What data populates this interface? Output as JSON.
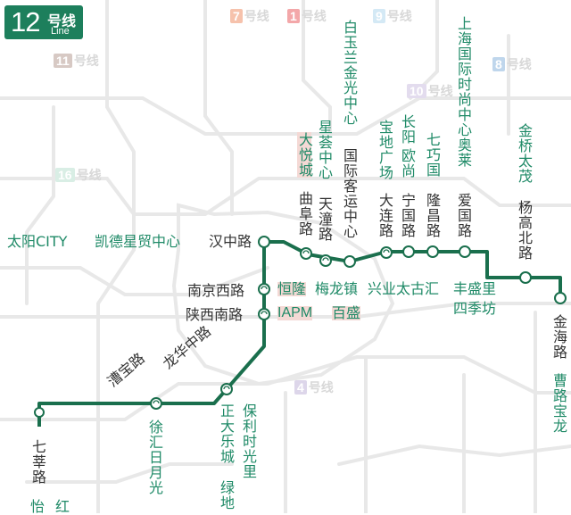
{
  "line_badge": {
    "number": "12",
    "name_cn": "号线",
    "name_en": "Line"
  },
  "colors": {
    "line": "#1a6f4d",
    "mall_text": "#1f8a67",
    "highlight": "#f4d9d5",
    "ghost_line": "#e6e6e6",
    "badge": "#1d7f5c"
  },
  "other_lines": [
    {
      "num": "7",
      "label": "号线",
      "color": "#f6c2ac"
    },
    {
      "num": "1",
      "label": "号线",
      "color": "#f3a7a9"
    },
    {
      "num": "11",
      "label": "号线",
      "color": "#d7c9c4"
    },
    {
      "num": "16",
      "label": "号线",
      "color": "#d9eee5"
    },
    {
      "num": "8",
      "label": "号线",
      "color": "#bfd6ec"
    },
    {
      "num": "4",
      "label": "号线",
      "color": "#ddd6ea"
    },
    {
      "num": "9",
      "label": "号线",
      "color": "#d4e9f5"
    },
    {
      "num": "10",
      "label": "号线",
      "color": "#e3dcee"
    }
  ],
  "stations": [
    {
      "name": "七莘路",
      "id": "qixin"
    },
    {
      "name": "漕宝路",
      "id": "caobao"
    },
    {
      "name": "龙华中路",
      "id": "longhua"
    },
    {
      "name": "陕西南路",
      "id": "shaanxi"
    },
    {
      "name": "南京西路",
      "id": "nanjing"
    },
    {
      "name": "汉中路",
      "id": "hanzhong"
    },
    {
      "name": "曲阜路",
      "id": "qufu"
    },
    {
      "name": "天潼路",
      "id": "tiantong"
    },
    {
      "name": "国际客运中心",
      "id": "guoji"
    },
    {
      "name": "大连路",
      "id": "dalian"
    },
    {
      "name": "宁国路",
      "id": "ningguo"
    },
    {
      "name": "隆昌路",
      "id": "longchang"
    },
    {
      "name": "爱国路",
      "id": "aiguo"
    },
    {
      "name": "杨高北路",
      "id": "yanggao"
    },
    {
      "name": "金海路",
      "id": "jinhai"
    }
  ],
  "malls": {
    "taiyang": "太阳CITY",
    "kaide": "凯德星贸中心",
    "henglong": "恒隆",
    "meilong": "梅龙镇",
    "xingye": "兴业太古汇",
    "fengsheng": "丰盛里",
    "siji": "四季坊",
    "iapm": "IAPM",
    "baisheng": "百盛",
    "dayue": "大悦城",
    "xinghui": "星荟中心",
    "baiyulan": "白玉兰金光中心",
    "baodi": "宝地广场",
    "changyang": "长阳",
    "oushang": "欧尚",
    "qiqiao": "七巧国",
    "aoshang": "上海国际时尚中心奥莱",
    "jinqiao": "金桥太茂",
    "caolu": "曹路宝龙",
    "xuhui": "徐汇日月光",
    "zhengda": "正大乐城",
    "baoli": "保利时光里",
    "ludi": "绿地",
    "yi": "怡",
    "hong": "红"
  }
}
